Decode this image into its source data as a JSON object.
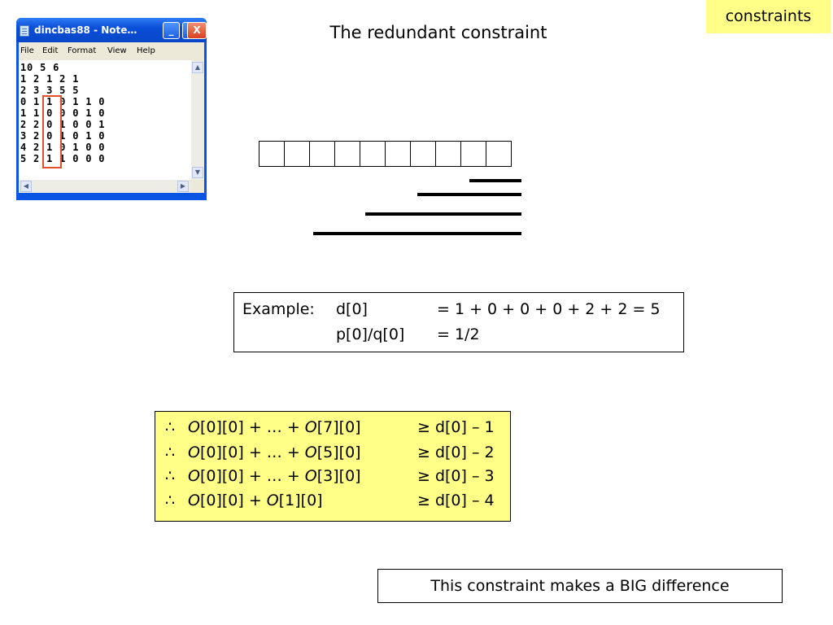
{
  "slide_tag": "constraints",
  "title": "The redundant constraint",
  "notepad": {
    "title": "dincbas88 - Note…",
    "controls": {
      "minimize": "_",
      "maximize": "□",
      "close": "X"
    },
    "menu": [
      "File",
      "Edit",
      "Format",
      "View",
      "Help"
    ],
    "lines": [
      "10 5 6",
      "1 2 1 2 1",
      "2 3 3 5 5",
      "0 1 1 0 1 1 0",
      "1 1 0 0 0 1 0",
      "2 2 0 1 0 0 1",
      "3 2 0 1 0 1 0",
      "4 2 1 0 1 0 0",
      "5 2 1 1 0 0 0"
    ],
    "scroll_arrows": {
      "up": "▲",
      "down": "▼",
      "left": "◀",
      "right": "▶"
    }
  },
  "sequence": {
    "cell_count": 10,
    "bars_cells_from_right": [
      2,
      4,
      6,
      8
    ]
  },
  "example": {
    "label": "Example:",
    "line1_lhs": "d[0]",
    "line1_rhs": "= 1 + 0 + 0 + 0 + 2 + 2 = 5",
    "line2_lhs": "p[0]/q[0]",
    "line2_rhs": "= 1/2"
  },
  "inequalities": [
    {
      "symbol": "∴",
      "o1": "O",
      "t1": "[0][0] + … + ",
      "o2": "O",
      "t2": "[7][0]",
      "rhs": "≥ d[0] – 1"
    },
    {
      "symbol": "∴",
      "o1": "O",
      "t1": "[0][0] + … + ",
      "o2": "O",
      "t2": "[5][0]",
      "rhs": "≥ d[0] – 2"
    },
    {
      "symbol": "∴",
      "o1": "O",
      "t1": "[0][0] + … + ",
      "o2": "O",
      "t2": "[3][0]",
      "rhs": "≥ d[0] – 3"
    },
    {
      "symbol": "∴",
      "o1": "O",
      "t1": "[0][0] + ",
      "o2": "O",
      "t2": "[1][0]",
      "rhs": "≥ d[0] – 4"
    }
  ],
  "conclusion": "This constraint makes a BIG difference"
}
